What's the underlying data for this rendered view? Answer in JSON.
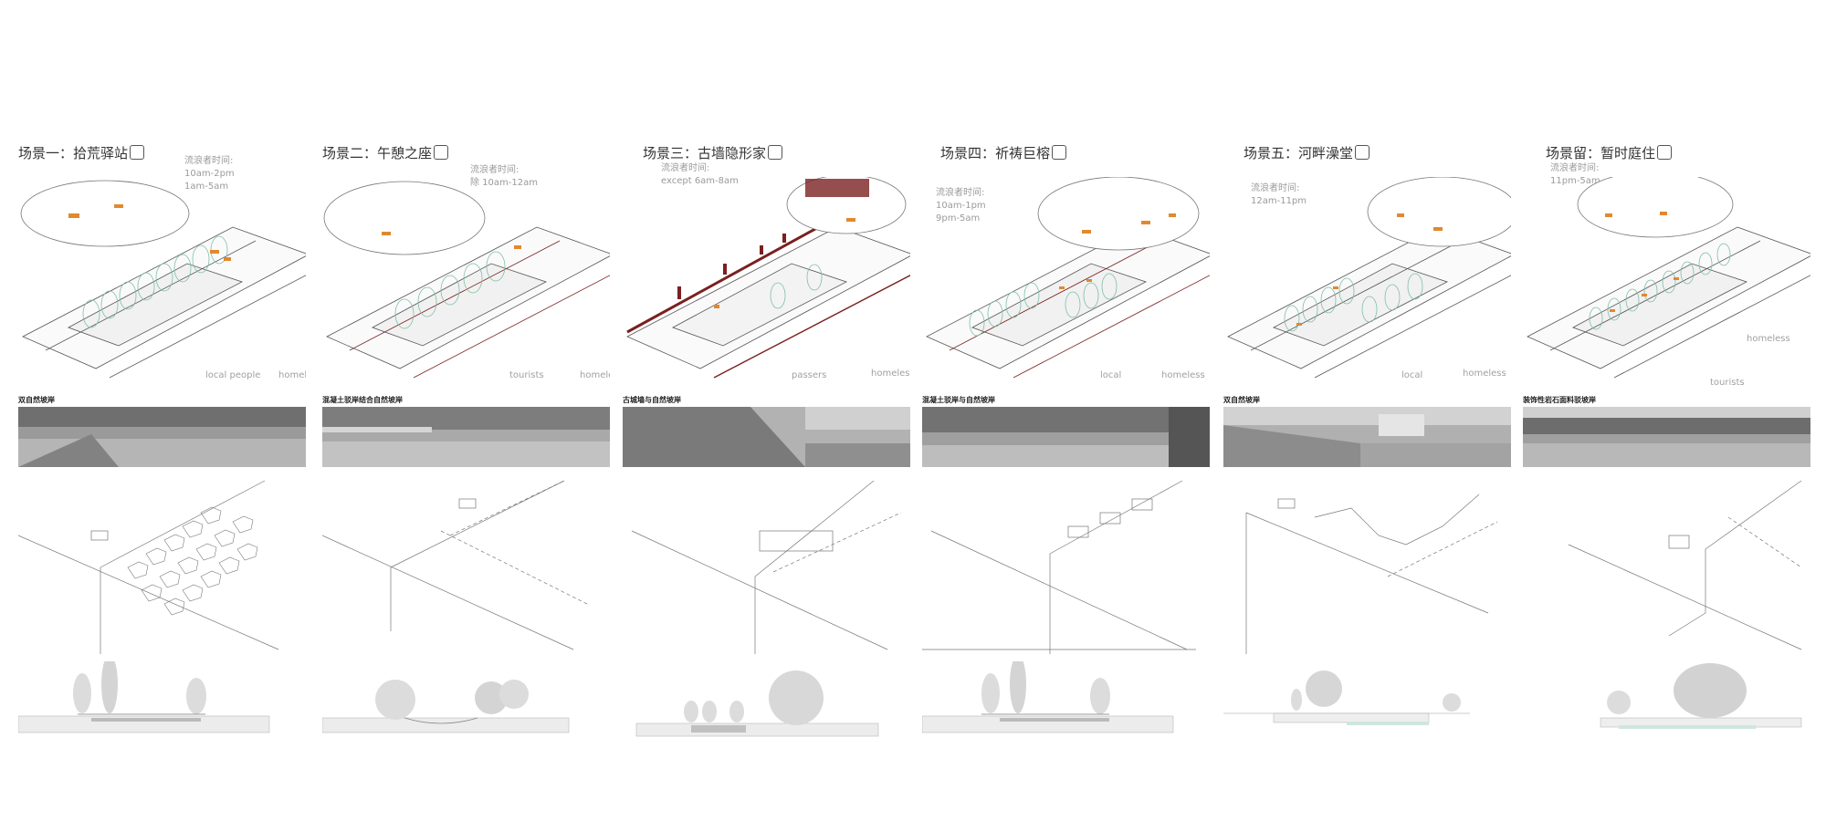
{
  "scenes": [
    {
      "title": "场景一：拾荒驿站",
      "time_label": "流浪者时间:",
      "time_lines": [
        "10am-2pm",
        "1am-5am"
      ],
      "people": [
        "local people",
        "homeless"
      ],
      "bank_type": "双自然坡岸"
    },
    {
      "title": "场景二：午憩之座",
      "time_label": "流浪者时间:",
      "time_lines": [
        "除 10am-12am"
      ],
      "people": [
        "tourists",
        "homeless"
      ],
      "bank_type": "混凝土驳岸结合自然坡岸"
    },
    {
      "title": "场景三：古墙隐形家",
      "time_label": "流浪者时间:",
      "time_lines": [
        "except 6am-8am"
      ],
      "people": [
        "passers",
        "homeless"
      ],
      "bank_type": "古城墙与自然坡岸"
    },
    {
      "title": "场景四：祈祷巨榕",
      "time_label": "流浪者时间:",
      "time_lines": [
        "10am-1pm",
        "9pm-5am"
      ],
      "people": [
        "local",
        "homeless"
      ],
      "bank_type": "混凝土驳岸与自然坡岸"
    },
    {
      "title": "场景五：河畔澡堂",
      "time_label": "流浪者时间:",
      "time_lines": [
        "12am-11pm"
      ],
      "people": [
        "local",
        "homeless"
      ],
      "bank_type": "双自然坡岸"
    },
    {
      "title": "场景留：暂时庭住",
      "time_label": "流浪者时间:",
      "time_lines": [
        "11pm-5am"
      ],
      "people": [
        "homeless",
        "tourists"
      ],
      "bank_type": "装饰性岩石面料驳坡岸"
    }
  ],
  "colors": {
    "orange": "#e0892f",
    "tree": "#7fbfa8",
    "brick": "#7a2020",
    "line": "#555555",
    "grid": "#c8c8c8"
  }
}
